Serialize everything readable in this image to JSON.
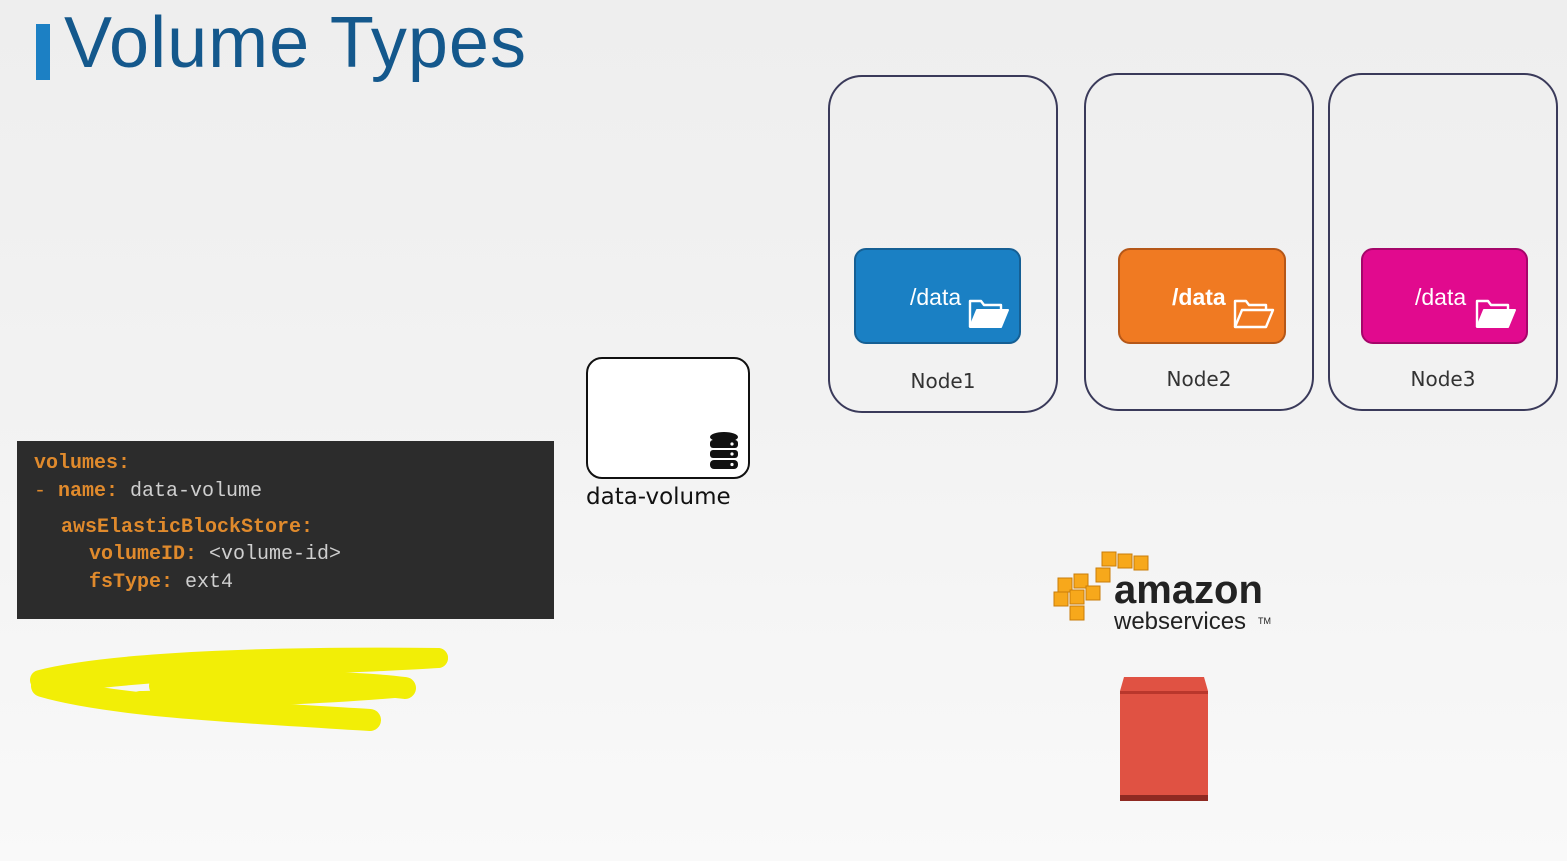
{
  "slide": {
    "title": "Volume Types"
  },
  "nodes": [
    {
      "name": "Node1",
      "mount_path": "/data",
      "color": "#1a80c4",
      "border_color": "#155f94"
    },
    {
      "name": "Node2",
      "mount_path": "/data",
      "color": "#f07a22",
      "border_color": "#b55718"
    },
    {
      "name": "Node3",
      "mount_path": "/data",
      "color": "#e10a8e",
      "border_color": "#a5066a"
    }
  ],
  "volume": {
    "label": "data-volume",
    "icon": "database-icon"
  },
  "code": {
    "lines": [
      {
        "key": "volumes:",
        "value": ""
      },
      {
        "prefix": "- ",
        "key": "name:",
        "value": " data-volume"
      },
      {
        "key": "awsElasticBlockStore:",
        "value": ""
      },
      {
        "key": "volumeID:",
        "value": " <volume-id>"
      },
      {
        "key": "fsType:",
        "value": " ext4"
      }
    ]
  },
  "aws": {
    "brand_top": "amazon",
    "brand_bottom": "webservices",
    "trademark": "TM",
    "ebs_icon": "ebs-volume-icon",
    "brand_color": "#f7a81b",
    "ebs_color": "#e05243"
  },
  "highlight": {
    "color": "#f2ee06"
  }
}
